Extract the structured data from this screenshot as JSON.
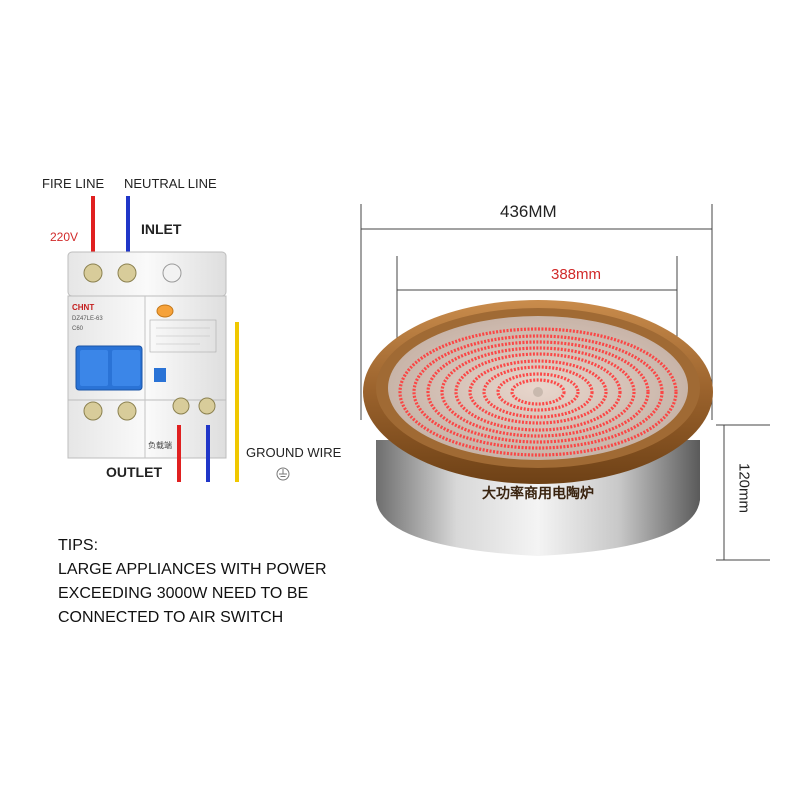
{
  "wiring": {
    "fire_line": "FIRE LINE",
    "neutral_line": "NEUTRAL LINE",
    "voltage": "220V",
    "inlet": "INLET",
    "outlet": "OUTLET",
    "ground_wire": "GROUND WIRE"
  },
  "breaker": {
    "brand": "CHNT",
    "model": "DZ47LE-63",
    "rating": "C60",
    "side_label": "负载端"
  },
  "tips": {
    "heading": "TIPS:",
    "line1": "LARGE APPLIANCES WITH POWER",
    "line2": "EXCEEDING 3000W NEED TO BE",
    "line3": "CONNECTED TO AIR SWITCH"
  },
  "dimensions": {
    "outer_diameter": "436MM",
    "inner_diameter": "388mm",
    "height": "120mm"
  },
  "stove": {
    "rim_text": "大功率商用电陶炉"
  },
  "colors": {
    "fire_wire": "#e02020",
    "neutral_wire": "#2036c8",
    "ground_wire": "#f0c800",
    "breaker_handle": "#2a73d6",
    "rim": "#b5793c",
    "heater": "#ff3a3a"
  }
}
